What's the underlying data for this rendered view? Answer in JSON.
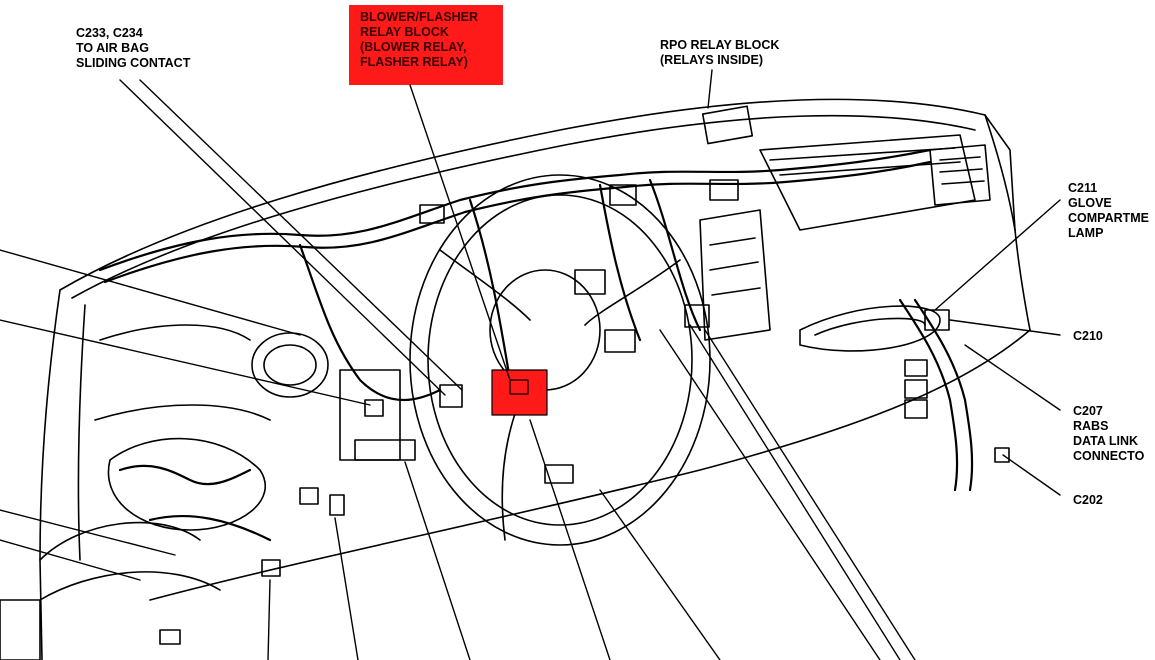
{
  "colors": {
    "callout_highlight": "#ff1a1a",
    "ink": "#000000",
    "background": "#ffffff"
  },
  "labels": {
    "c233": [
      "C233, C234",
      "TO AIR BAG",
      "SLIDING CONTACT"
    ],
    "blower": [
      "BLOWER/FLASHER",
      "RELAY BLOCK",
      "(BLOWER RELAY,",
      "FLASHER RELAY)"
    ],
    "rpo": [
      "RPO RELAY BLOCK",
      "(RELAYS INSIDE)"
    ],
    "c211": [
      "C211",
      "GLOVE",
      "COMPARTME",
      "LAMP"
    ],
    "c210": [
      "C210"
    ],
    "c207": [
      "C207",
      "RABS",
      "DATA LINK",
      "CONNECTO"
    ],
    "c202": [
      "C202"
    ]
  }
}
